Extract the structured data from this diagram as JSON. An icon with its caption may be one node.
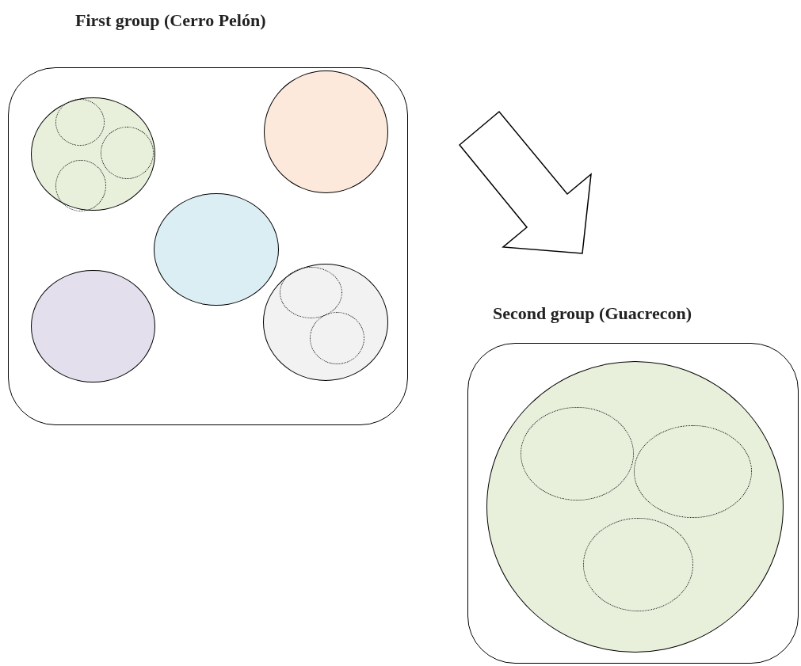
{
  "diagram": {
    "nodes": [
      {
        "text": [
          "First group (Cerro Pelón)"
        ]
      },
      {
        "text": [],
        "shape": "circle",
        "in": 0
      },
      {
        "text": [],
        "shape": "circle",
        "in": 1
      },
      {
        "text": [],
        "shape": "circle",
        "in": 1
      },
      {
        "text": [],
        "shape": "circle",
        "in": 1
      },
      {
        "text": [],
        "shape": "circle",
        "in": 0
      },
      {
        "text": [],
        "shape": "circle",
        "in": 0
      },
      {
        "text": [],
        "shape": "circle",
        "in": 0
      },
      {
        "text": [],
        "shape": "circle",
        "in": 0
      },
      {
        "text": [],
        "shape": "circle",
        "in": 8
      },
      {
        "text": [],
        "shape": "circle",
        "in": 8
      },
      {
        "text": [
          "Second group (Guacrecon)"
        ]
      },
      {
        "text": [],
        "shape": "circle",
        "in": 11
      },
      {
        "text": [],
        "shape": "circle",
        "in": 12
      },
      {
        "text": [],
        "shape": "circle",
        "in": 12
      },
      {
        "text": [],
        "shape": "circle",
        "in": 12
      }
    ],
    "edges": [
      {
        "from": 0,
        "to": 11,
        "arrow": "to"
      }
    ]
  }
}
